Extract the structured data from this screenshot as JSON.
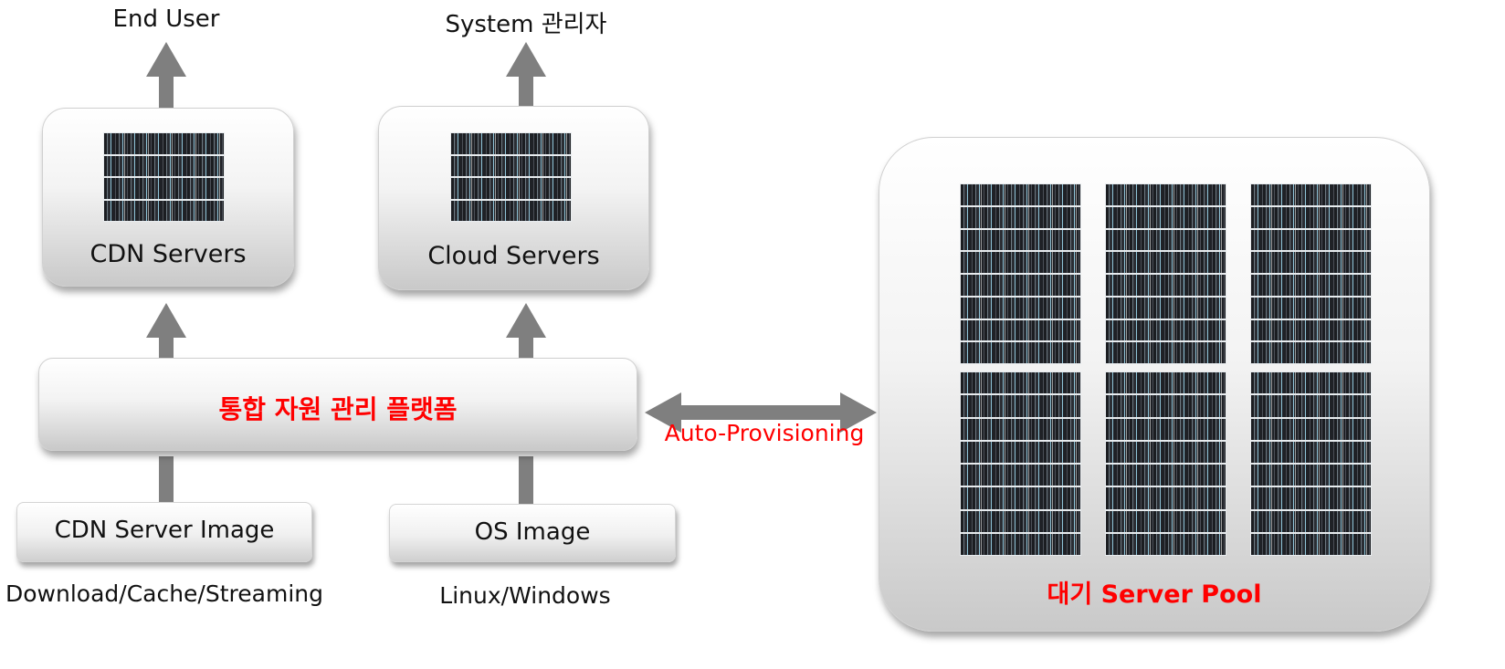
{
  "top_labels": {
    "end_user": "End User",
    "system_admin": "System 관리자"
  },
  "servers": {
    "cdn": "CDN Servers",
    "cloud": "Cloud Servers"
  },
  "platform": {
    "label": "통합 자원 관리 플랫폼"
  },
  "link": {
    "label": "Auto-Provisioning"
  },
  "images": {
    "cdn_image": "CDN Server Image",
    "os_image": "OS Image",
    "cdn_image_caption": "Download/Cache/Streaming",
    "os_image_caption": "Linux/Windows"
  },
  "pool": {
    "label": "대기 Server Pool"
  },
  "colors": {
    "arrow": "#7f7f7f",
    "highlight_text": "#ff0000"
  },
  "icons": {
    "server_rack": "server-rack-icon"
  }
}
